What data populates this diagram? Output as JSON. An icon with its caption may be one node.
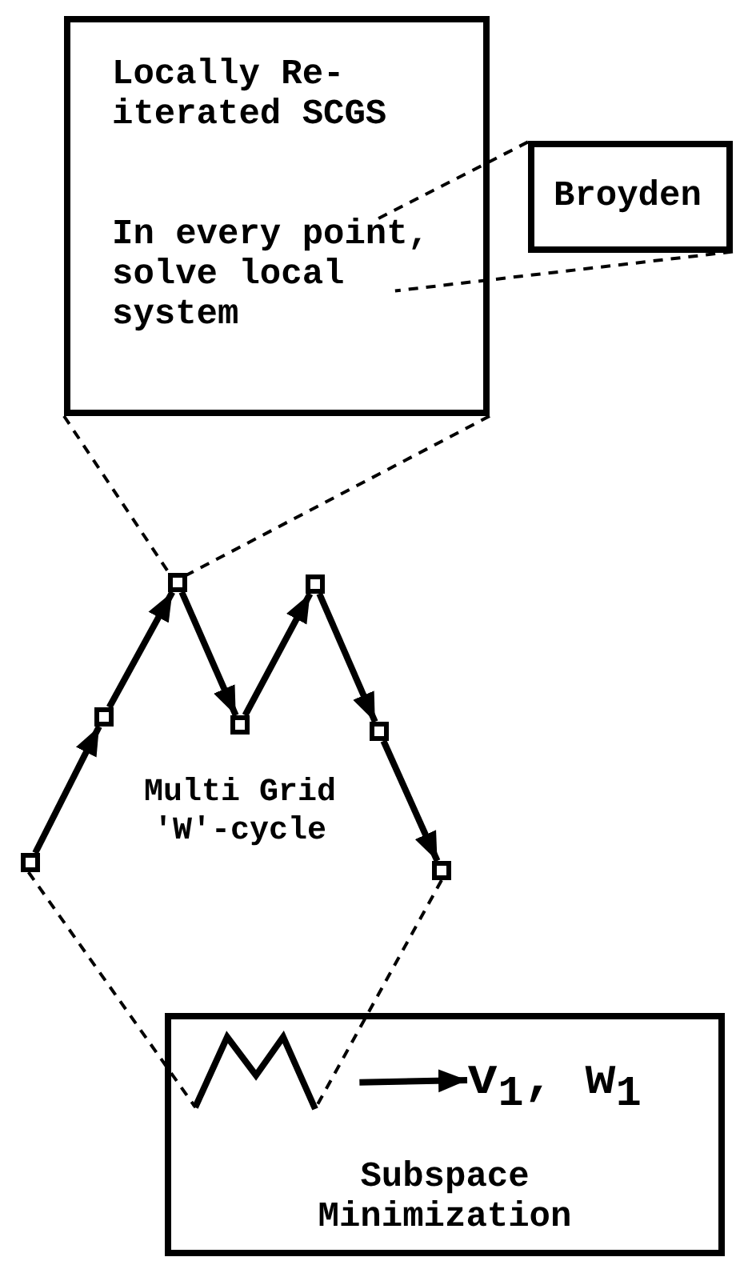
{
  "diagram": {
    "nodes": [
      {
        "text": [
          "Locally Re- iterated SCGS",
          "In every point, solve local system"
        ]
      },
      {
        "text": [
          "Broyden"
        ]
      },
      {
        "text": [],
        "shape": "box"
      },
      {
        "text": [],
        "shape": "box"
      },
      {
        "text": [],
        "shape": "box"
      },
      {
        "text": [],
        "shape": "box"
      },
      {
        "text": [],
        "shape": "box"
      },
      {
        "text": [],
        "shape": "box"
      },
      {
        "text": [],
        "shape": "box"
      },
      {
        "text": [
          "Subspace Minimization"
        ]
      },
      {
        "text": [],
        "shape": "picture",
        "in": 9
      },
      {
        "text": [
          "v$_{1}$, w$_{1}$"
        ],
        "in": 9
      }
    ],
    "edges": [
      {
        "from": 2,
        "to": 3,
        "arrow": "to"
      },
      {
        "from": 3,
        "to": 4,
        "arrow": "to"
      },
      {
        "from": 4,
        "to": 5,
        "arrow": "to"
      },
      {
        "from": 5,
        "to": 6,
        "arrow": "to"
      },
      {
        "from": 6,
        "to": 7,
        "arrow": "to"
      },
      {
        "from": 7,
        "to": 8,
        "arrow": "to"
      },
      {
        "from": 0,
        "to": 4,
        "arrow": "none",
        "style": "dashed"
      },
      {
        "from": 0,
        "to": 4,
        "arrow": "none",
        "style": "dashed"
      },
      {
        "from": 1,
        "to": 0,
        "arrow": "none",
        "style": "dashed"
      },
      {
        "from": 1,
        "to": 0,
        "arrow": "none",
        "style": "dashed"
      },
      {
        "from": 2,
        "to": 10,
        "arrow": "none",
        "style": "dashed"
      },
      {
        "from": 8,
        "to": 10,
        "arrow": "none",
        "style": "dashed"
      },
      {
        "from": 10,
        "to": 11,
        "arrow": "to"
      }
    ],
    "labels": [
      "Multi Grid 'W'-cycle"
    ]
  }
}
